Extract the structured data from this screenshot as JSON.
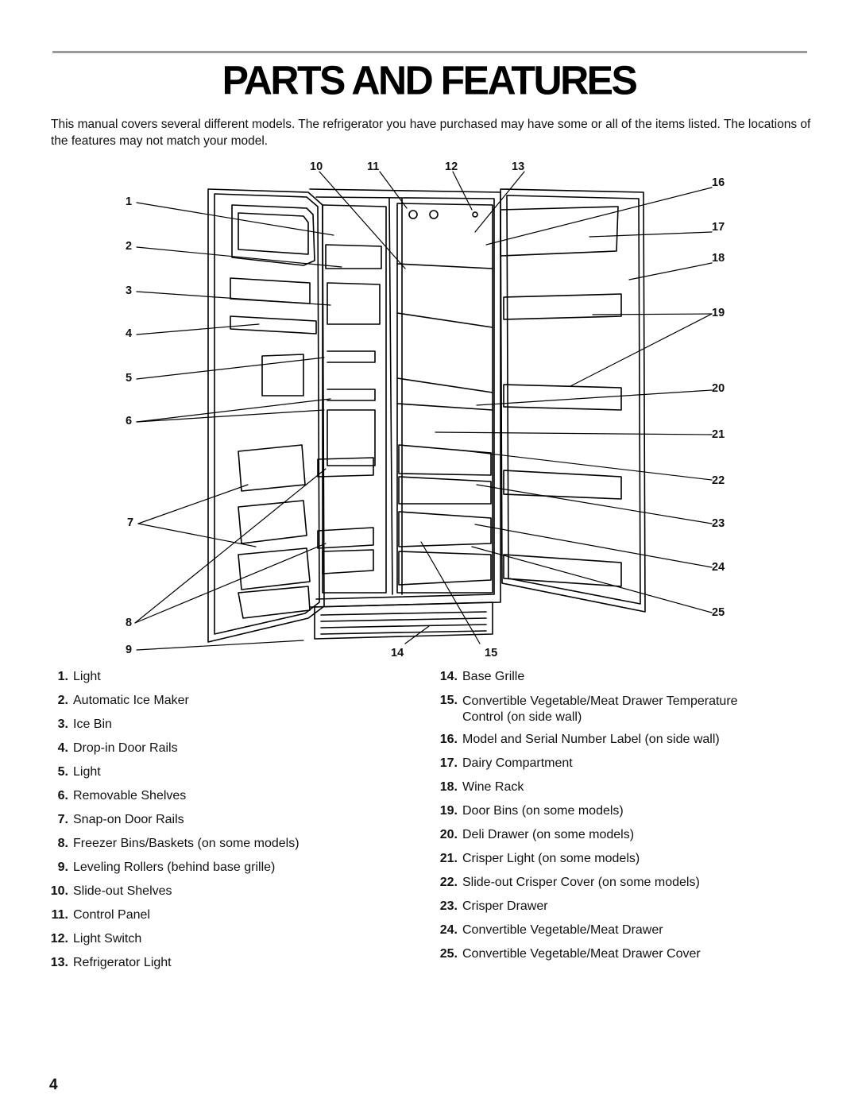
{
  "page": {
    "title": "PARTS AND FEATURES",
    "intro": "This manual covers several different models. The refrigerator you have purchased may have some or all of the items listed. The locations of the features may not match your model.",
    "page_number": "4"
  },
  "callouts": [
    "1",
    "2",
    "3",
    "4",
    "5",
    "6",
    "7",
    "8",
    "9",
    "10",
    "11",
    "12",
    "13",
    "14",
    "15",
    "16",
    "17",
    "18",
    "19",
    "20",
    "21",
    "22",
    "23",
    "24",
    "25"
  ],
  "left_list": [
    {
      "num": "1.",
      "label": "Light"
    },
    {
      "num": "2.",
      "label": "Automatic Ice Maker"
    },
    {
      "num": "3.",
      "label": "Ice Bin"
    },
    {
      "num": "4.",
      "label": "Drop-in Door Rails"
    },
    {
      "num": "5.",
      "label": "Light"
    },
    {
      "num": "6.",
      "label": "Removable Shelves"
    },
    {
      "num": "7.",
      "label": "Snap-on Door Rails"
    },
    {
      "num": "8.",
      "label": "Freezer Bins/Baskets (on some models)"
    },
    {
      "num": "9.",
      "label": "Leveling Rollers (behind base grille)"
    },
    {
      "num": "10.",
      "label": "Slide-out Shelves"
    },
    {
      "num": "11.",
      "label": "Control Panel"
    },
    {
      "num": "12.",
      "label": "Light Switch"
    },
    {
      "num": "13.",
      "label": "Refrigerator Light"
    }
  ],
  "right_list": [
    {
      "num": "14.",
      "label": "Base Grille"
    },
    {
      "num": "15.",
      "label": "Convertible Vegetable/Meat Drawer Temperature Control (on side wall)"
    },
    {
      "num": "16.",
      "label": "Model and Serial Number Label (on side wall)"
    },
    {
      "num": "17.",
      "label": "Dairy Compartment"
    },
    {
      "num": "18.",
      "label": "Wine Rack"
    },
    {
      "num": "19.",
      "label": "Door Bins (on some models)"
    },
    {
      "num": "20.",
      "label": "Deli Drawer (on some models)"
    },
    {
      "num": "21.",
      "label": "Crisper Light (on some models)"
    },
    {
      "num": "22.",
      "label": "Slide-out Crisper Cover (on some models)"
    },
    {
      "num": "23.",
      "label": "Crisper Drawer"
    },
    {
      "num": "24.",
      "label": "Convertible Vegetable/Meat Drawer"
    },
    {
      "num": "25.",
      "label": "Convertible Vegetable/Meat Drawer Cover"
    }
  ]
}
